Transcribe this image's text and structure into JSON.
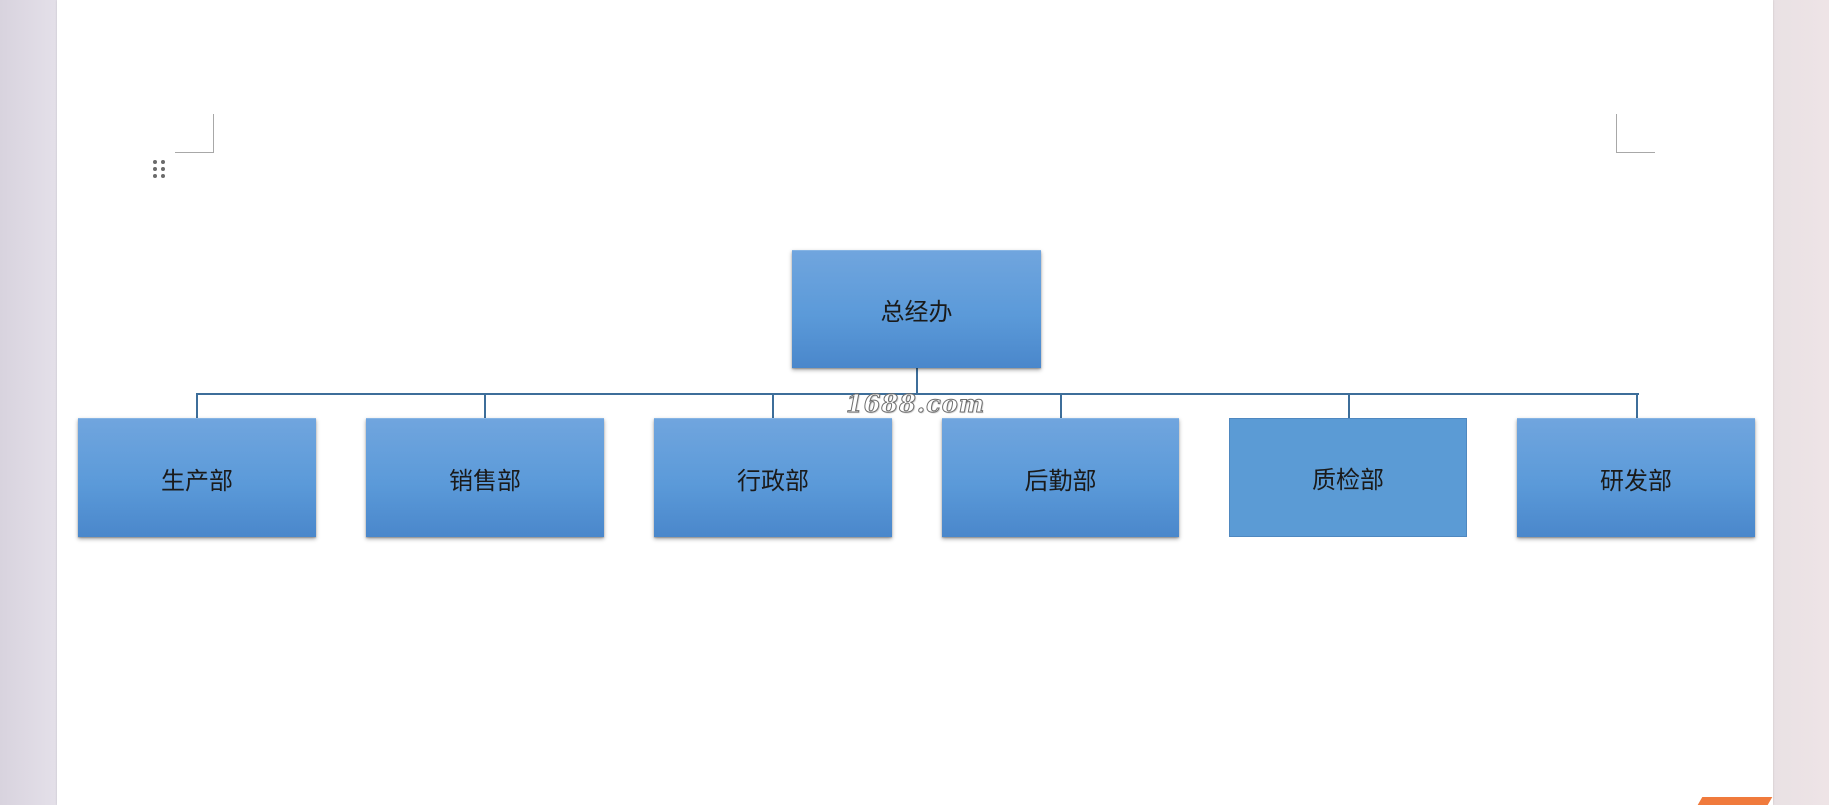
{
  "colors": {
    "node_fill": "#5b9bd5",
    "connector": "#3d6e9a",
    "page_background": "#ffffff"
  },
  "org_chart": {
    "root": {
      "label": "总经办"
    },
    "departments": [
      {
        "label": "生产部"
      },
      {
        "label": "销售部"
      },
      {
        "label": "行政部"
      },
      {
        "label": "后勤部"
      },
      {
        "label": "质检部"
      },
      {
        "label": "研发部"
      }
    ]
  },
  "watermark": {
    "text": "1688.com"
  }
}
